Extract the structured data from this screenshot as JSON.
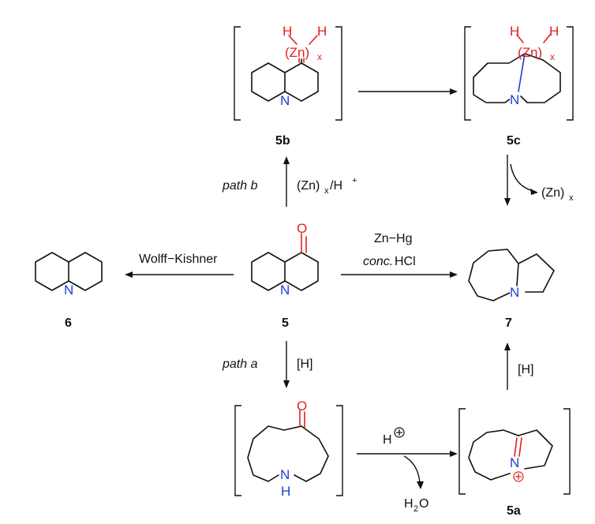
{
  "compounds": {
    "c5b": "5b",
    "c5c": "5c",
    "c6": "6",
    "c5": "5",
    "c7": "7",
    "c5a": "5a"
  },
  "atoms": {
    "N": "N",
    "O": "O",
    "H": "H",
    "Zn": "(Zn)",
    "x": "x",
    "plus": "+"
  },
  "conditions": {
    "path_b": "path b",
    "zn_h": "(Zn)",
    "zn_h_sub": "x",
    "zn_h_tail": "/H",
    "zn_h_sup": "+",
    "zn_loss": "(Zn)",
    "zn_loss_sub": "x",
    "wolff": "Wolff−Kishner",
    "znhg": "Zn−Hg",
    "conc": "conc.",
    "hcl": " HCl",
    "path_a": "path a",
    "h_reduce": "[H]",
    "h_reduce2": "[H]",
    "hplus": "H",
    "h2o_H": "H",
    "h2o_2": "2",
    "h2o_O": "O"
  },
  "colors": {
    "nitrogen": "#1a3fd6",
    "oxygen_zinc": "#e02020",
    "bonds": "#111111"
  }
}
